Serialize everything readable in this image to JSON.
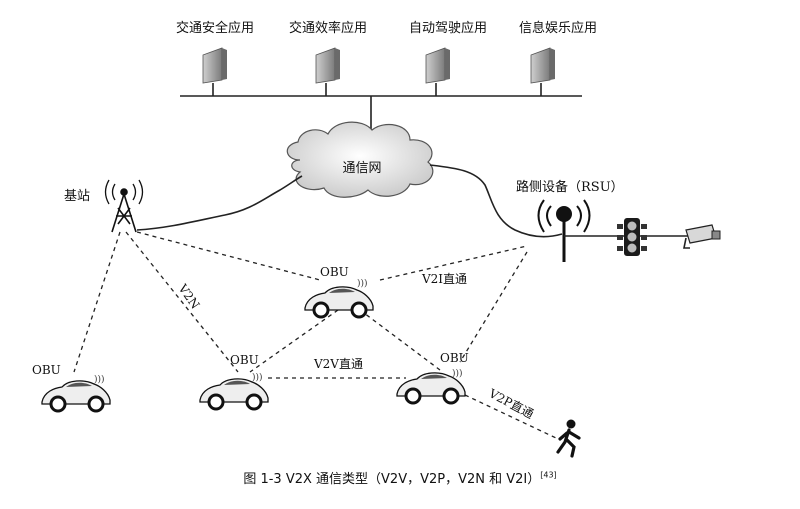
{
  "apps": [
    "交通安全应用",
    "交通效率应用",
    "自动驾驶应用",
    "信息娱乐应用"
  ],
  "network_label": "通信网",
  "base_station_label": "基站",
  "rsu_label": "路侧设备（RSU）",
  "obu_label": "OBU",
  "links": {
    "v2n": "V2N",
    "v2i": "V2I直通",
    "v2v": "V2V直通",
    "v2p": "V2P直通"
  },
  "caption": {
    "text": "图 1-3   V2X 通信类型（V2V，V2P，V2N 和 V2I）",
    "ref": "[43]"
  }
}
